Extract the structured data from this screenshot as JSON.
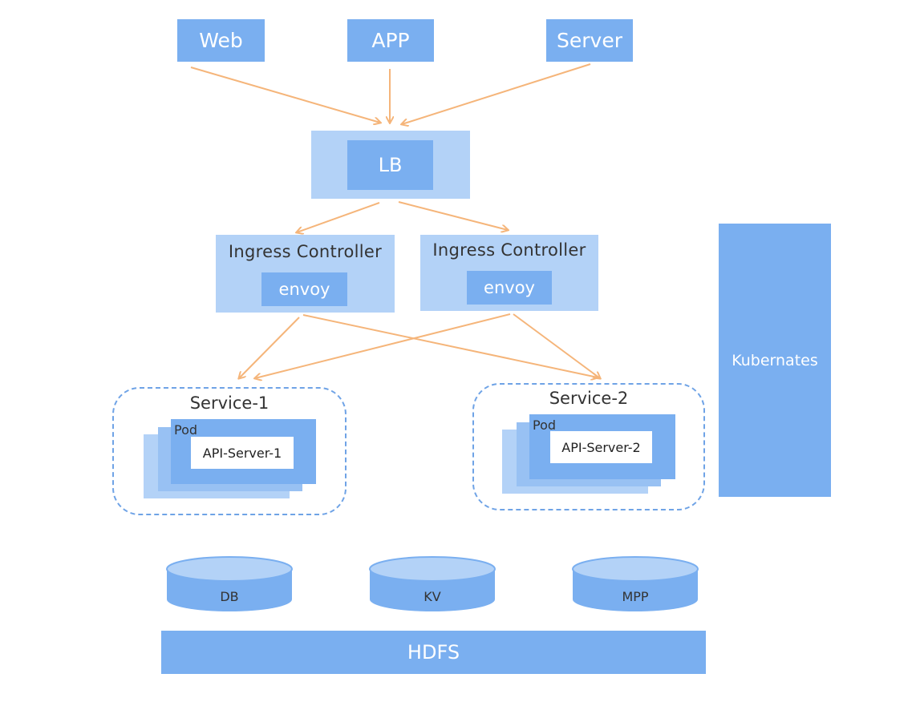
{
  "clients": {
    "web": "Web",
    "app": "APP",
    "server": "Server"
  },
  "lb": {
    "label": "LB"
  },
  "ingress": [
    {
      "title": "Ingress Controller",
      "proxy": "envoy"
    },
    {
      "title": "Ingress Controller",
      "proxy": "envoy"
    }
  ],
  "services": [
    {
      "title": "Service-1",
      "pod_label": "Pod",
      "api": "API-Server-1"
    },
    {
      "title": "Service-2",
      "pod_label": "Pod",
      "api": "API-Server-2"
    }
  ],
  "storage": {
    "db": "DB",
    "kv": "KV",
    "mpp": "MPP",
    "hdfs": "HDFS"
  },
  "platform": {
    "label": "Kubernates"
  },
  "colors": {
    "primary": "#7aaff0",
    "light": "#b3d2f7",
    "arrow": "#f5b57a",
    "dashed_border": "#6fa3e6"
  }
}
